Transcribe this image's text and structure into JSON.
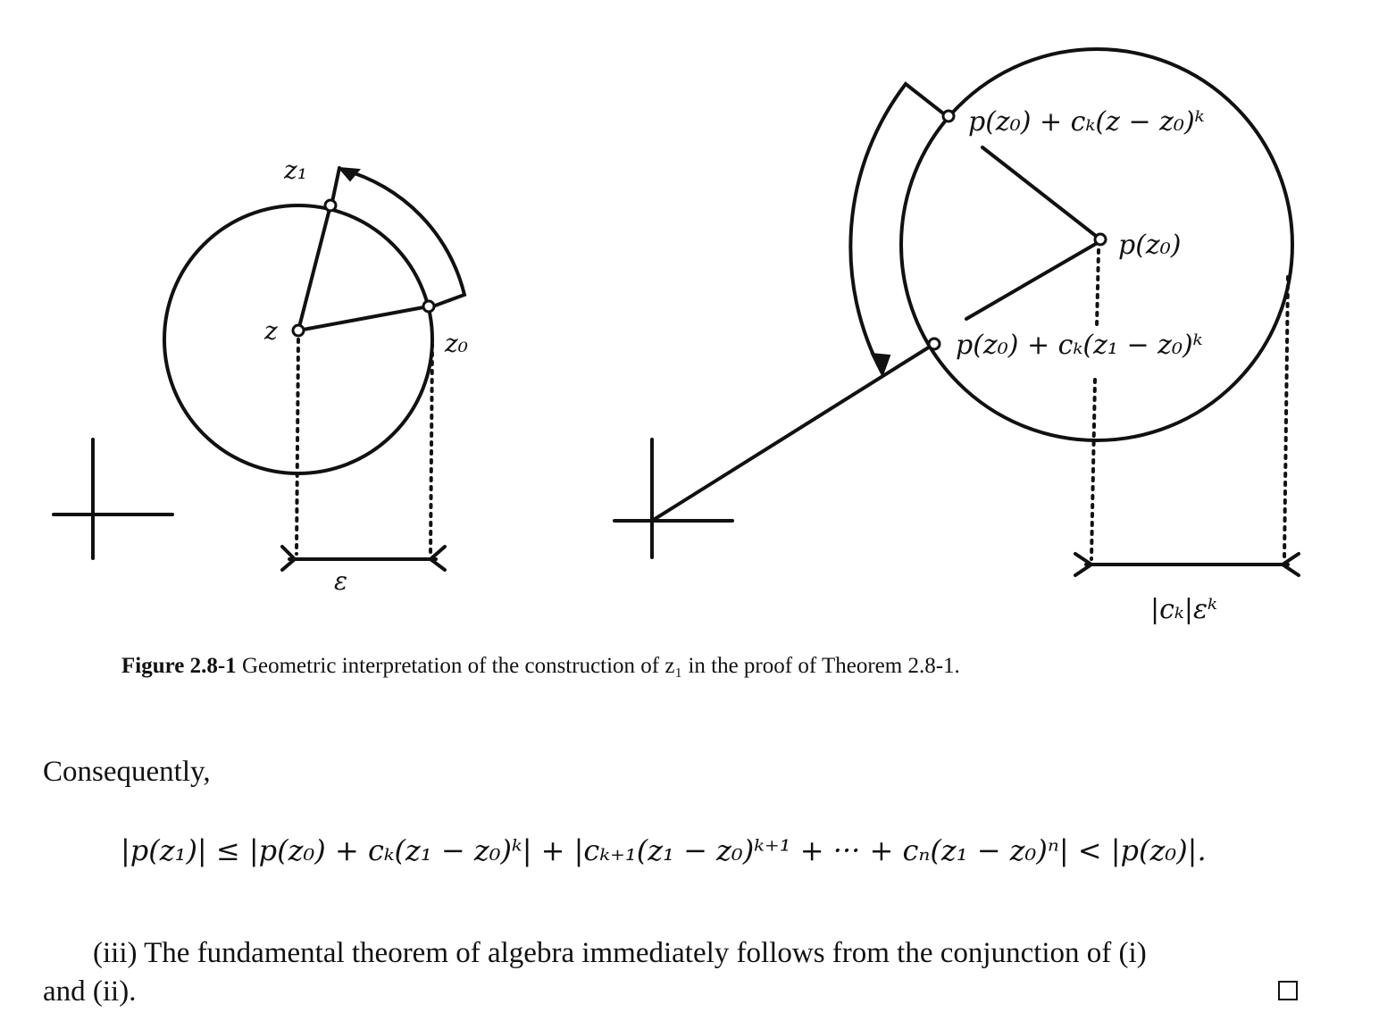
{
  "figure": {
    "left_labels": {
      "z1": "z₁",
      "z": "z",
      "z0": "z₀",
      "epsilon": "ε"
    },
    "right_labels": {
      "top_point": "p(z₀) + cₖ(z − z₀)ᵏ",
      "center": "p(z₀)",
      "bottom_point": "p(z₀) + cₖ(z₁ − z₀)ᵏ",
      "radius": "|cₖ|εᵏ"
    }
  },
  "caption": {
    "label": "Figure 2.8-1",
    "text": "Geometric interpretation of the construction of z₁ in the proof of Theorem 2.8-1."
  },
  "body": {
    "consequently": "Consequently,",
    "inequality": "|p(z₁)| ≤ |p(z₀) + cₖ(z₁ − z₀)ᵏ| + |cₖ₊₁(z₁ − z₀)ᵏ⁺¹ + ··· + cₙ(z₁ − z₀)ⁿ| < |p(z₀)|.",
    "para_line1": "(iii) The fundamental theorem of algebra immediately follows from the conjunction of (i)",
    "para_line2": "and (ii)."
  }
}
